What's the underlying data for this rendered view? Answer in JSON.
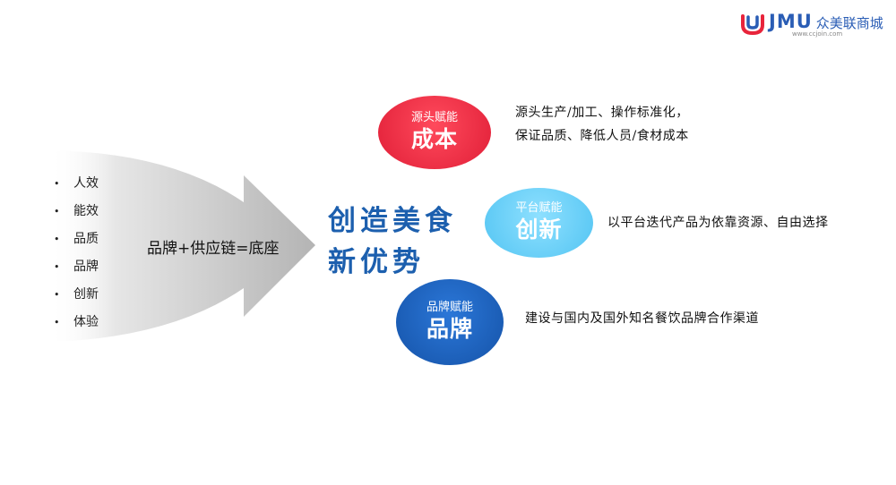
{
  "logo": {
    "brand": "JMU",
    "name": "众美联商城",
    "url": "www.ccjoin.com"
  },
  "bullets": [
    "人效",
    "能效",
    "品质",
    "品牌",
    "创新",
    "体验"
  ],
  "bullet_symbol": "•",
  "arrow_label": "品牌+供应链=底座",
  "center_title": {
    "line1": "创造美食",
    "line2": "新优势"
  },
  "circles": [
    {
      "small": "源头赋能",
      "big": "成本",
      "color": "#e8243b"
    },
    {
      "small": "平台赋能",
      "big": "创新",
      "color": "#6dd0f7"
    },
    {
      "small": "品牌赋能",
      "big": "品牌",
      "color": "#1a5fb8"
    }
  ],
  "descriptions": {
    "d1_line1": "源头生产/加工、操作标准化，",
    "d1_line2": "保证品质、降低人员/食材成本",
    "d2": "以平台迭代产品为依靠资源、自由选择",
    "d3": "建设与国内及国外知名餐饮品牌合作渠道"
  },
  "colors": {
    "brand_blue": "#1c5fae",
    "logo_red": "#e8243b",
    "logo_blue": "#2a5db5"
  }
}
